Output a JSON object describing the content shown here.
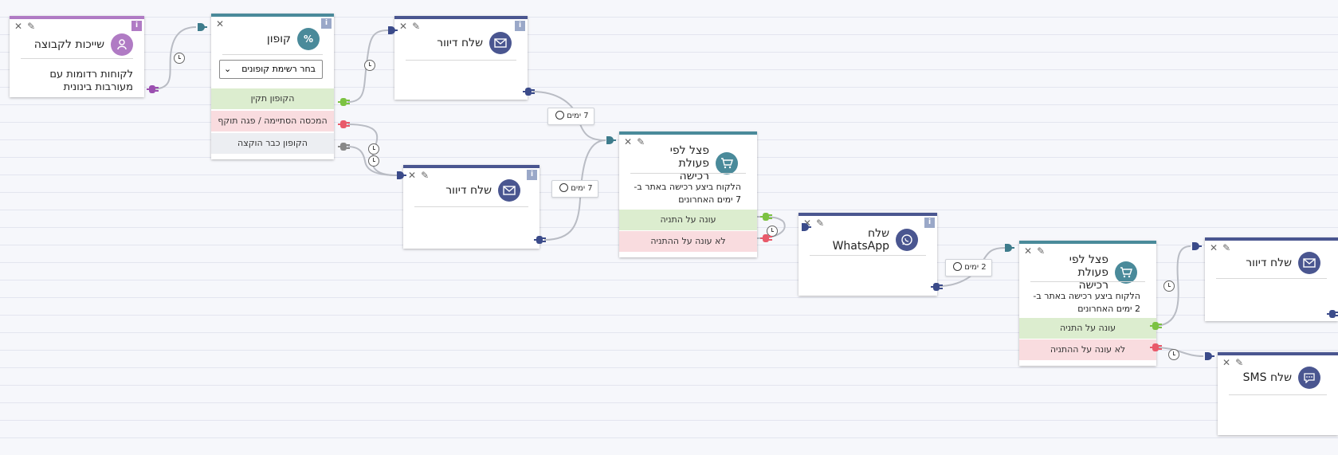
{
  "colors": {
    "group": "#b07bc4",
    "coupon": "#4a8a9a",
    "mail": "#4a5690",
    "purchase": "#4a8a9a",
    "whatsapp": "#4a5690",
    "sms": "#4a5690",
    "port_green": "#7cc242",
    "port_red": "#e85a6a",
    "port_gray": "#888888",
    "port_blue": "#3b4b8a",
    "port_purple": "#9b4fb0",
    "port_teal": "#3e7c8c"
  },
  "node_group": {
    "title": "שייכות לקבוצה",
    "icon": "group-icon",
    "body": "לקוחות רדומות עם מעורבות בינונית"
  },
  "node_coupon": {
    "title": "קופון",
    "icon_text": "%",
    "select_value": "בחר רשימת קופונים",
    "rows": [
      "הקופון תקין",
      "המכסה הסתיימה / פגה תוקף",
      "הקופון כבר הוקצה"
    ]
  },
  "node_mail1": {
    "title": "שלח דיוור",
    "icon": "envelope-icon"
  },
  "node_mail2": {
    "title": "שלח דיוור",
    "icon": "envelope-icon"
  },
  "node_purchase1": {
    "title": "פצל לפי פעולת רכישה",
    "icon": "cart-icon",
    "body": "הלקוח ביצע רכישה באתר ב- 7 ימים האחרונים",
    "rows": [
      "עונה על התניה",
      "לא עונה על ההתניה"
    ]
  },
  "node_whatsapp": {
    "title": "שלח WhatsApp",
    "icon": "whatsapp-icon"
  },
  "node_purchase2": {
    "title": "פצל לפי פעולת רכישה",
    "icon": "cart-icon",
    "body": "הלקוח ביצע רכישה באתר ב- 2 ימים האחרונים",
    "rows": [
      "עונה על התניה",
      "לא עונה על ההתניה"
    ]
  },
  "node_mail3": {
    "title": "שלח דיוור",
    "icon": "envelope-icon"
  },
  "node_sms": {
    "title": "שלח SMS",
    "icon": "chat-icon"
  },
  "info_label": "i",
  "close_glyph": "✕",
  "edit_glyph": "✎",
  "delays": [
    "7 ימים",
    "7 ימים",
    "2 ימים"
  ]
}
